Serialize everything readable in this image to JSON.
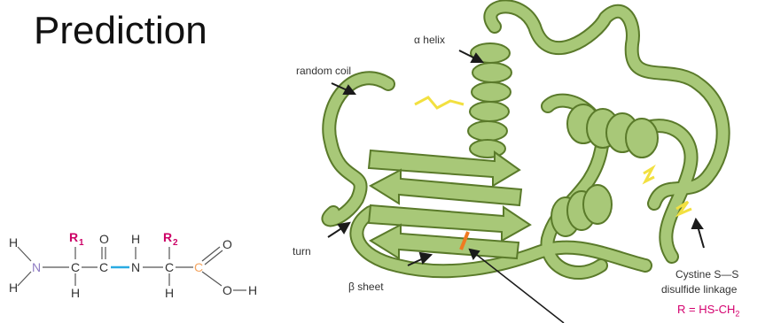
{
  "slide": {
    "title": "Prediction"
  },
  "peptide": {
    "atoms": {
      "h_top": "H",
      "h_bottom": "H",
      "n1": "N",
      "r1_letter": "R",
      "r1_sub": "1",
      "c_alpha1": "C",
      "h_alpha1": "H",
      "o_carbonyl": "O",
      "c_carbonyl": "C",
      "h_amide": "H",
      "n2": "N",
      "r2_letter": "R",
      "r2_sub": "2",
      "c_alpha2": "C",
      "h_alpha2": "H",
      "o_acid": "O",
      "c_acid": "C",
      "o_hydroxyl": "O",
      "h_hydroxyl": "H"
    },
    "colors": {
      "n_terminus": "#8e7cc3",
      "r_group": "#cc0066",
      "peptide_bond": "#29abe2",
      "c_terminus": "#f4a460",
      "default": "#333333"
    }
  },
  "protein": {
    "labels": {
      "alpha_helix": "α helix",
      "random_coil": "random coil",
      "turn": "turn",
      "beta_sheet": "β sheet",
      "cystine_line1": "Cystine S—S",
      "cystine_line2": "disulfide linkage"
    },
    "r_group_formula": {
      "prefix": "R = HS-CH",
      "sub": "2"
    },
    "colors": {
      "ribbon": "#a8c878",
      "ribbon_edge": "#5a7a2a",
      "disulfide": "#f2e040",
      "marker": "#f07a20"
    }
  }
}
